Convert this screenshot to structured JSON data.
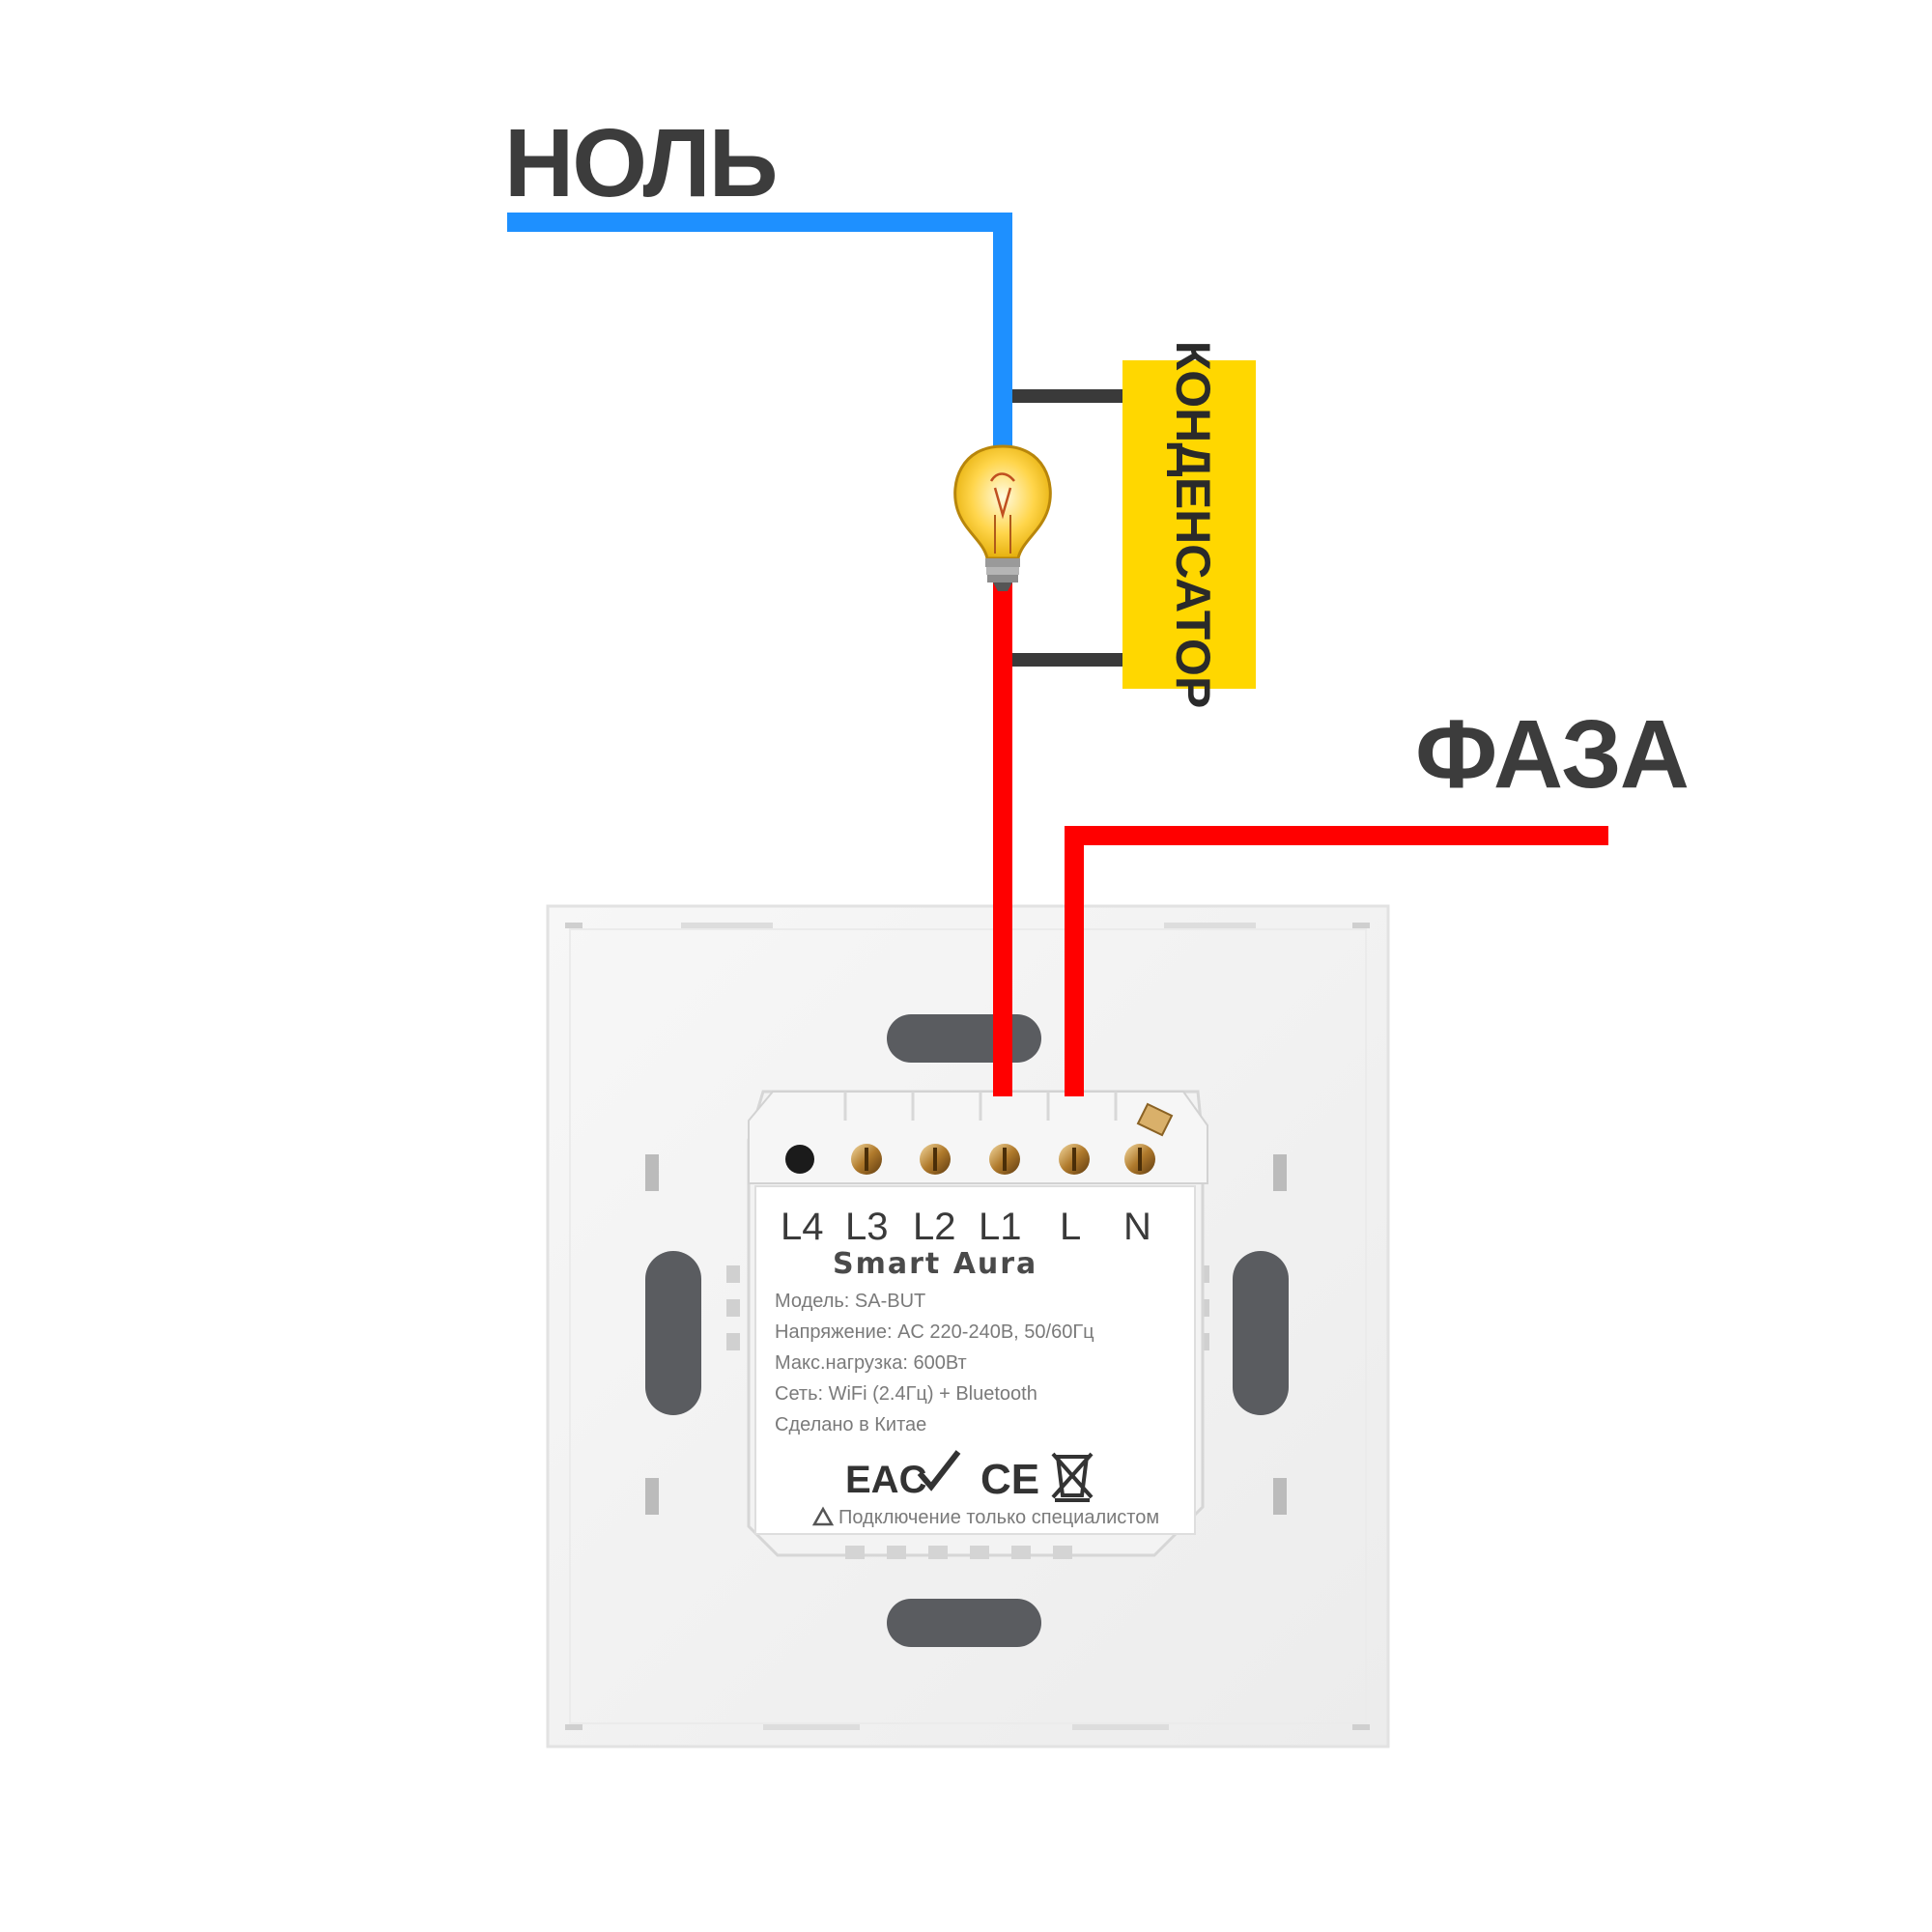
{
  "labels": {
    "neutral": "НОЛЬ",
    "phase": "ФАЗА",
    "capacitor": "КОНДЕНСАТОР"
  },
  "switch": {
    "terminals": [
      "L4",
      "L3",
      "L2",
      "L1",
      "L",
      "N"
    ],
    "brand": "Smart Aura",
    "specs": [
      "Модель: SA-BUT",
      "Напряжение: AC 220-240В, 50/60Гц",
      "Макс.нагрузка: 600Вт",
      "Сеть: WiFi (2.4Гц) + Bluetooth",
      "Сделано в Китае"
    ],
    "cert_marks": {
      "eac": "EAC",
      "ce": "CE"
    },
    "warning": "Подключение только специалистом"
  },
  "colors": {
    "neutral_wire": "#1e90ff",
    "phase_wire": "#ff0000",
    "capacitor_fill": "#ffd700",
    "capacitor_leads": "#3a3a3a",
    "label_text": "#3c3c3c"
  }
}
